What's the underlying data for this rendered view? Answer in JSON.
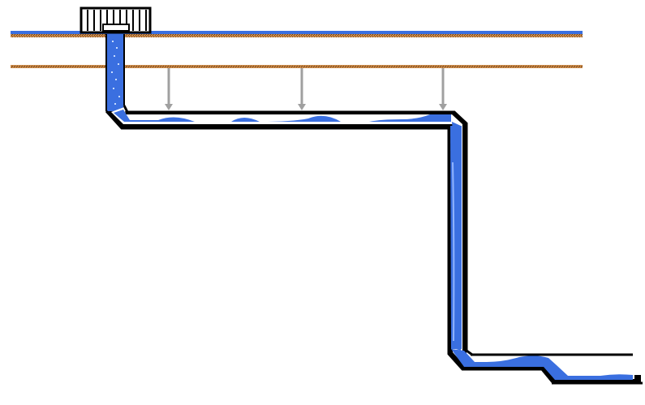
{
  "diagram": {
    "description_elements": [
      "ground-surface",
      "ceiling-line",
      "floor-drain-grate",
      "drain-riser",
      "horizontal-drain-pipe",
      "pipe-hangers",
      "vertical-drop-pipe",
      "lower-drain-pipe",
      "outlet-stub"
    ],
    "hanger_count": 3,
    "colors": {
      "water": "#3a6fe0",
      "water_light": "#8fb3ff",
      "pipe_outline": "#000000",
      "surface_blue": "#3a6fe0",
      "surface_brown": "#a0522d",
      "hanger": "#a0a0a0",
      "background": "#ffffff"
    }
  }
}
